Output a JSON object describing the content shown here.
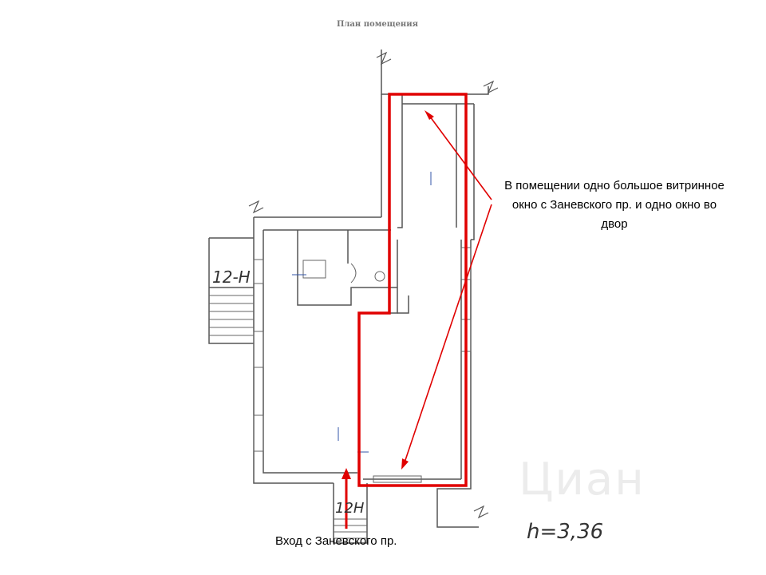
{
  "title": "План помещения",
  "annotation": "В помещении одно большое витринное окно с Заневского пр. и одно окно во двор",
  "entrance_label": "Вход с Заневского пр.",
  "stair_label_left": "12-Н",
  "stair_label_bottom": "12Н",
  "ceiling_height": "h=3,36",
  "watermark": "Циан",
  "colors": {
    "highlight": "#e00000",
    "plan": "#555555"
  }
}
